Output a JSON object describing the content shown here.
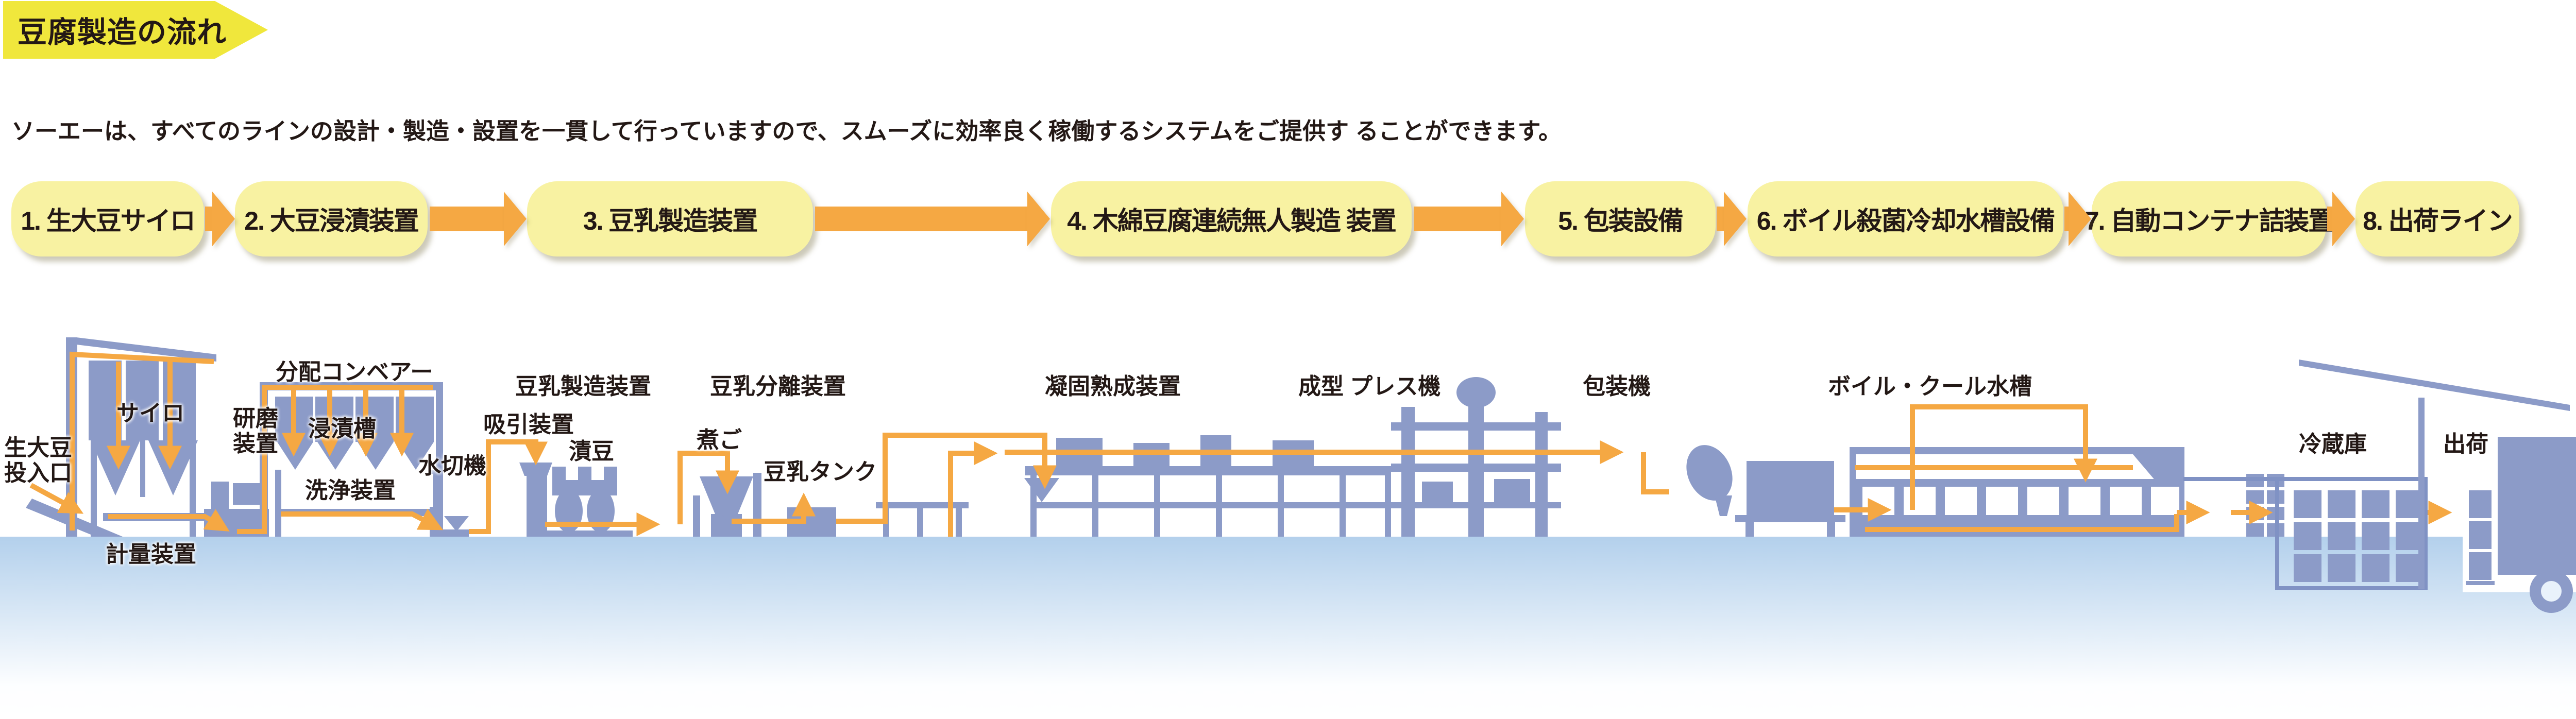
{
  "title_badge": "豆腐製造の流れ",
  "description": "ソーエーは、すべてのラインの設計・製造・設置を一貫して行っていますので、スムーズに効率良く稼働するシステムをご提供す ることができます。",
  "flow_steps": [
    {
      "text": "1. 生大豆サイロ"
    },
    {
      "text": "2. 大豆浸漬装置"
    },
    {
      "text": "3. 豆乳製造装置"
    },
    {
      "text": "4. 木綿豆腐連続無人製造 装置"
    },
    {
      "text": "5. 包装設備"
    },
    {
      "text": "6. ボイル殺菌冷却水槽設備"
    },
    {
      "text": "7. 自動コンテナ詰装置"
    },
    {
      "text": "8. 出荷ライン"
    }
  ],
  "diagram_labels": [
    {
      "id": "raw-soybean-inlet",
      "text": "生大豆\n投入口"
    },
    {
      "id": "silo",
      "text": "サイロ"
    },
    {
      "id": "polishing-unit",
      "text": "研磨\n装置"
    },
    {
      "id": "weighing-unit",
      "text": "計量装置"
    },
    {
      "id": "distribution-conveyor",
      "text": "分配コンベアー"
    },
    {
      "id": "soaking-tank",
      "text": "浸漬槽"
    },
    {
      "id": "washing-unit",
      "text": "洗浄装置"
    },
    {
      "id": "water-drainer",
      "text": "水切機"
    },
    {
      "id": "suction-unit",
      "text": "吸引装置"
    },
    {
      "id": "soaked-beans",
      "text": "漬豆"
    },
    {
      "id": "soymilk-making-unit",
      "text": "豆乳製造装置"
    },
    {
      "id": "soymilk-separator",
      "text": "豆乳分離装置"
    },
    {
      "id": "okara-boiler",
      "text": "煮ご"
    },
    {
      "id": "soymilk-tank",
      "text": "豆乳タンク"
    },
    {
      "id": "coagulation-unit",
      "text": "凝固熟成装置"
    },
    {
      "id": "molding-press",
      "text": "成型 プレス機"
    },
    {
      "id": "packaging-machine",
      "text": "包装機"
    },
    {
      "id": "boil-cool-tank",
      "text": "ボイル・クール水槽"
    },
    {
      "id": "refrigerator",
      "text": "冷蔵庫"
    },
    {
      "id": "shipping",
      "text": "出荷"
    }
  ],
  "colors": {
    "badge_yellow": "#F0E73C",
    "pill_yellow": "#F8F2A2",
    "flow_orange": "#F5A843",
    "machine_blue": "#8C9BC8",
    "outline_blue": "#8092C4",
    "floor_blue": "#B3D0EC",
    "text_dark": "#231815"
  }
}
